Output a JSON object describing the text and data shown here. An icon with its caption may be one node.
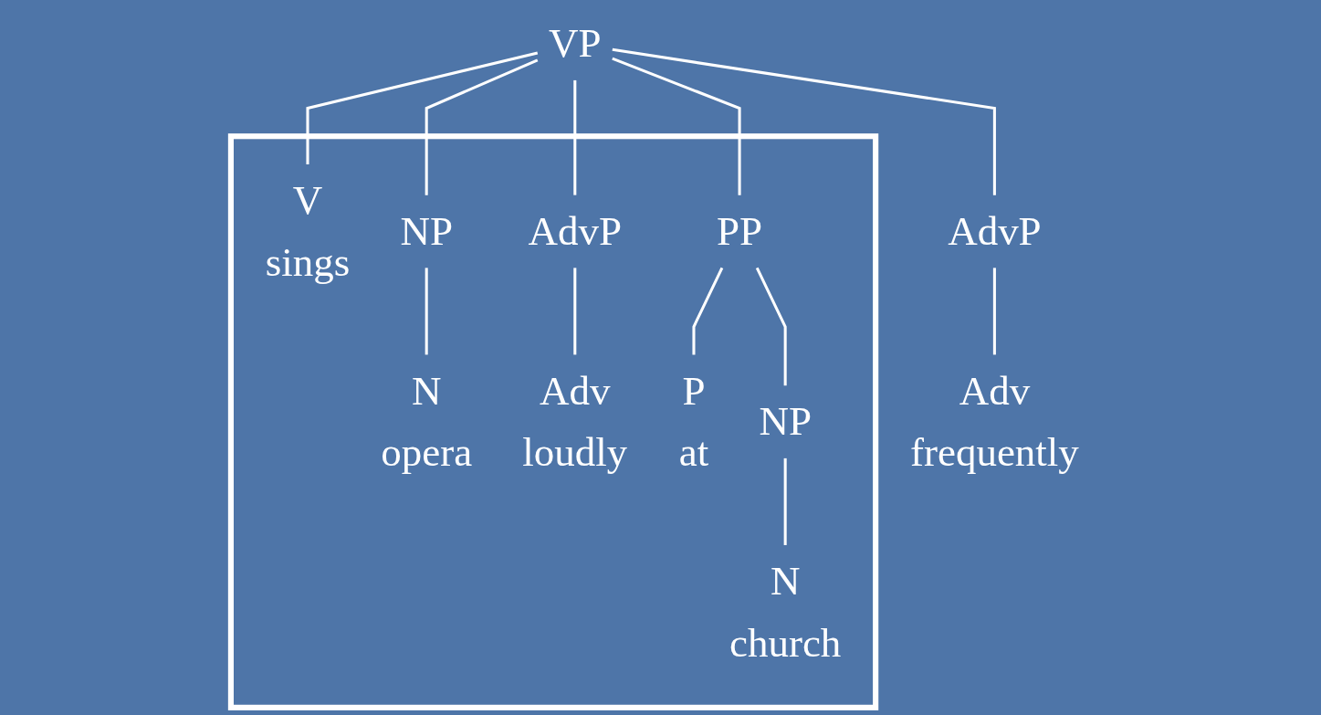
{
  "diagram": {
    "nodes": [
      {
        "text": [
          "VP"
        ]
      },
      {
        "text": [
          "AdvP"
        ]
      },
      {
        "text": [],
        "shape": "box"
      },
      {
        "text": [
          "V",
          "sings"
        ],
        "in": 2
      },
      {
        "text": [
          "NP"
        ],
        "in": 2
      },
      {
        "text": [
          "AdvP"
        ],
        "in": 2
      },
      {
        "text": [
          "PP"
        ],
        "in": 2
      },
      {
        "text": [
          "Adv",
          "frequently"
        ]
      },
      {
        "text": [
          "N",
          "opera"
        ],
        "in": 2
      },
      {
        "text": [
          "Adv",
          "loudly"
        ],
        "in": 2
      },
      {
        "text": [
          "P",
          "at"
        ],
        "in": 2
      },
      {
        "text": [
          "NP"
        ],
        "in": 2
      },
      {
        "text": [
          "N",
          "church"
        ],
        "in": 2
      }
    ],
    "edges": [
      {
        "from": 0,
        "to": 1,
        "arrow": "none"
      },
      {
        "from": 0,
        "to": 3,
        "arrow": "none"
      },
      {
        "from": 0,
        "to": 4,
        "arrow": "none"
      },
      {
        "from": 0,
        "to": 5,
        "arrow": "none"
      },
      {
        "from": 0,
        "to": 6,
        "arrow": "none"
      },
      {
        "from": 1,
        "to": 7,
        "arrow": "none"
      },
      {
        "from": 4,
        "to": 8,
        "arrow": "none"
      },
      {
        "from": 5,
        "to": 9,
        "arrow": "none"
      },
      {
        "from": 6,
        "to": 10,
        "arrow": "none"
      },
      {
        "from": 6,
        "to": 11,
        "arrow": "none"
      },
      {
        "from": 11,
        "to": 12,
        "arrow": "none"
      }
    ]
  }
}
